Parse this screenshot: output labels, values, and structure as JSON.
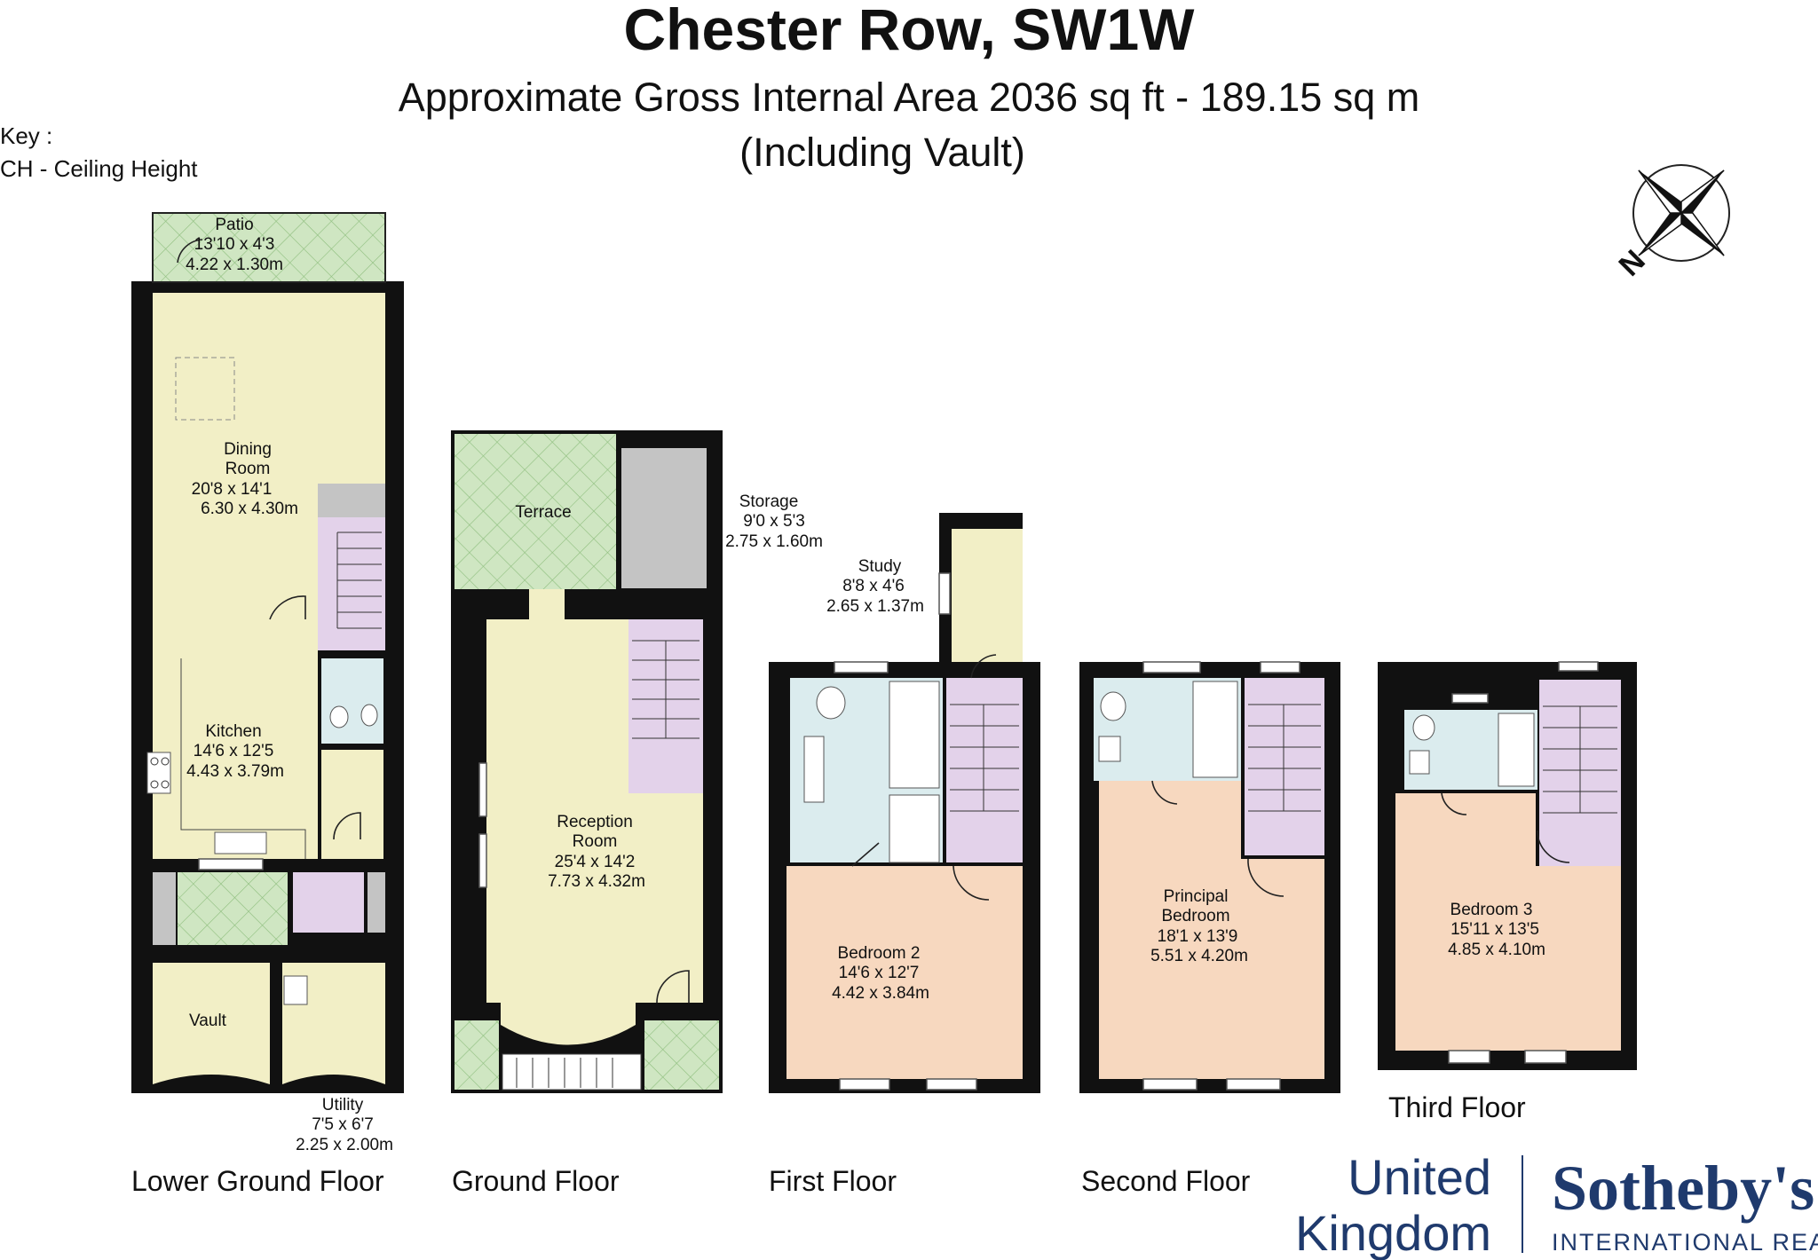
{
  "header": {
    "title": "Chester Row, SW1W",
    "subtitle": "Approximate Gross Internal Area 2036 sq ft - 189.15 sq m",
    "subtitle2": "(Including Vault)"
  },
  "key": {
    "label": "Key :",
    "entry": "CH - Ceiling Height"
  },
  "compass": {
    "north_label": "N"
  },
  "floors": {
    "lower_ground": {
      "name": "Lower Ground Floor",
      "patio": {
        "name": "Patio",
        "imperial": "13'10 x 4'3",
        "metric": "4.22 x 1.30m"
      },
      "dining": {
        "name1": "Dining",
        "name2": "Room",
        "imperial": "20'8 x 14'1",
        "metric": "6.30 x 4.30m"
      },
      "kitchen": {
        "name": "Kitchen",
        "imperial": "14'6 x 12'5",
        "metric": "4.43 x 3.79m"
      },
      "vault": {
        "name": "Vault"
      },
      "utility": {
        "name": "Utility",
        "imperial": "7'5 x 6'7",
        "metric": "2.25 x 2.00m"
      }
    },
    "ground": {
      "name": "Ground Floor",
      "terrace": {
        "name": "Terrace"
      },
      "storage": {
        "name": "Storage",
        "imperial": "9'0 x 5'3",
        "metric": "2.75 x 1.60m"
      },
      "reception": {
        "name1": "Reception",
        "name2": "Room",
        "imperial": "25'4 x 14'2",
        "metric": "7.73 x 4.32m"
      }
    },
    "first": {
      "name": "First Floor",
      "study": {
        "name": "Study",
        "imperial": "8'8 x 4'6",
        "metric": "2.65 x 1.37m"
      },
      "bedroom2": {
        "name": "Bedroom 2",
        "imperial": "14'6 x 12'7",
        "metric": "4.42 x 3.84m"
      }
    },
    "second": {
      "name": "Second Floor",
      "principal": {
        "name1": "Principal",
        "name2": "Bedroom",
        "imperial": "18'1 x 13'9",
        "metric": "5.51 x 4.20m"
      }
    },
    "third": {
      "name": "Third Floor",
      "bedroom3": {
        "name": "Bedroom 3",
        "imperial": "15'11 x 13'5",
        "metric": "4.85 x 4.10m"
      }
    }
  },
  "branding": {
    "line1": "United",
    "line2": "Kingdom",
    "name": "Sotheby's",
    "tagline": "INTERNATIONAL REALTY"
  },
  "colors": {
    "wall": "#111111",
    "living": "#f2efc6",
    "stairs": "#e3d2ea",
    "bathroom": "#dbecee",
    "bedroom": "#f7d8bf",
    "storage": "#c4c4c4",
    "outdoor": "#cfe6c2",
    "brand": "#1f3a6d"
  }
}
